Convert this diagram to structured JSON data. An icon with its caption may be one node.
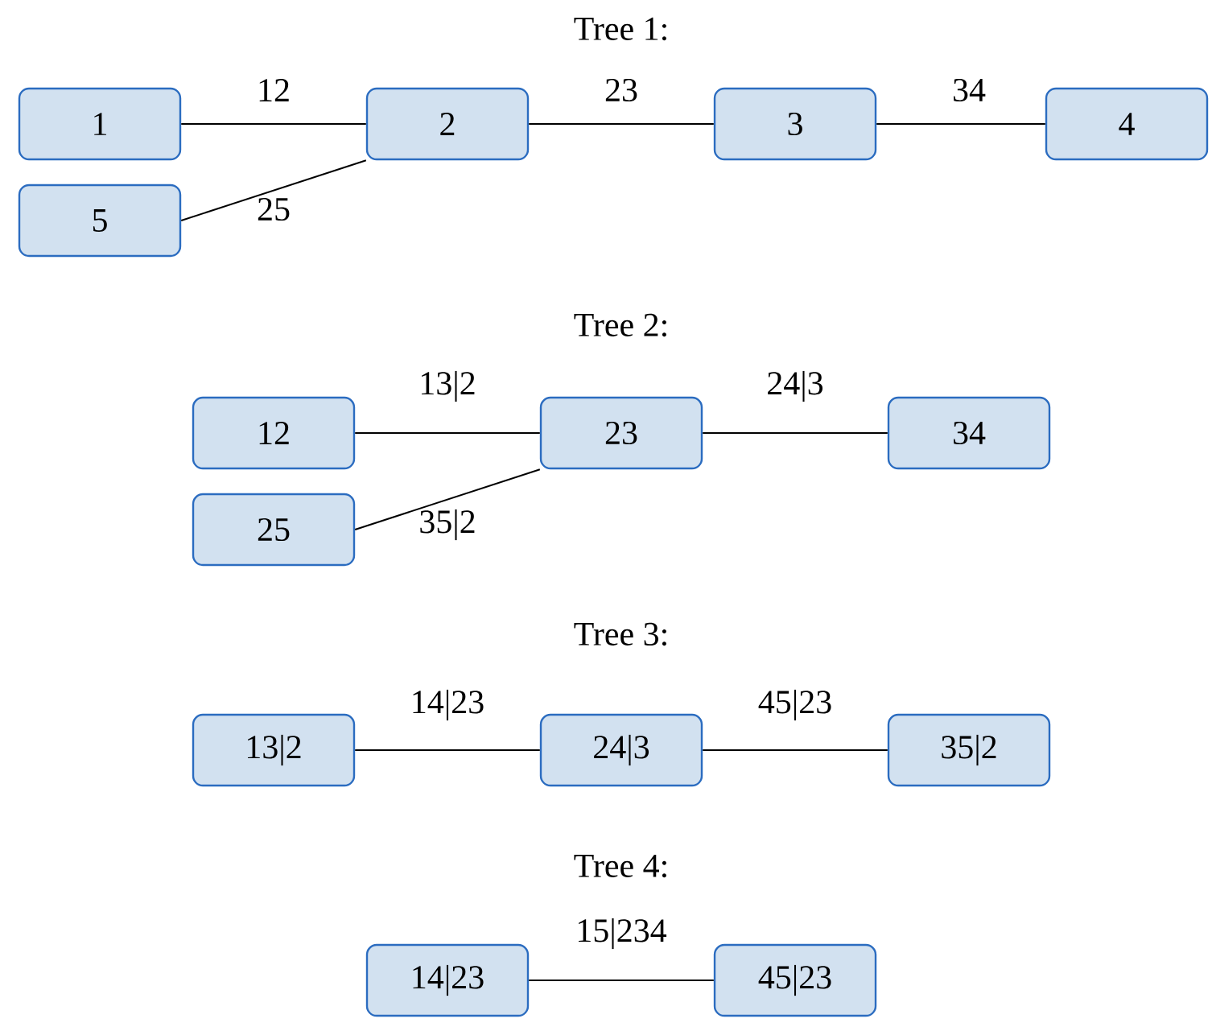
{
  "diagram": {
    "nodes": [
      {
        "text": [
          "1"
        ]
      },
      {
        "text": [
          "2"
        ]
      },
      {
        "text": [
          "3"
        ]
      },
      {
        "text": [
          "4"
        ]
      },
      {
        "text": [
          "5"
        ]
      },
      {
        "text": [
          "12"
        ]
      },
      {
        "text": [
          "23"
        ]
      },
      {
        "text": [
          "34"
        ]
      },
      {
        "text": [
          "25"
        ]
      },
      {
        "text": [
          "13|2"
        ]
      },
      {
        "text": [
          "24|3"
        ]
      },
      {
        "text": [
          "35|2"
        ]
      },
      {
        "text": [
          "14|23"
        ]
      },
      {
        "text": [
          "45|23"
        ]
      }
    ],
    "edges": [
      {
        "from": 0,
        "to": 1,
        "arrow": "none",
        "label": "12"
      },
      {
        "from": 4,
        "to": 1,
        "arrow": "none",
        "label": "25"
      },
      {
        "from": 1,
        "to": 2,
        "arrow": "none",
        "label": "23"
      },
      {
        "from": 2,
        "to": 3,
        "arrow": "none",
        "label": "34"
      },
      {
        "from": 5,
        "to": 6,
        "arrow": "none",
        "label": "13|2"
      },
      {
        "from": 8,
        "to": 6,
        "arrow": "none",
        "label": "35|2"
      },
      {
        "from": 6,
        "to": 7,
        "arrow": "none",
        "label": "24|3"
      },
      {
        "from": 9,
        "to": 10,
        "arrow": "none",
        "label": "14|23"
      },
      {
        "from": 10,
        "to": 11,
        "arrow": "none",
        "label": "45|23"
      },
      {
        "from": 12,
        "to": 13,
        "arrow": "none",
        "label": "15|234"
      }
    ],
    "labels": [
      "Tree 1:",
      "Tree 2:",
      "Tree 3:",
      "Tree 4:"
    ]
  }
}
